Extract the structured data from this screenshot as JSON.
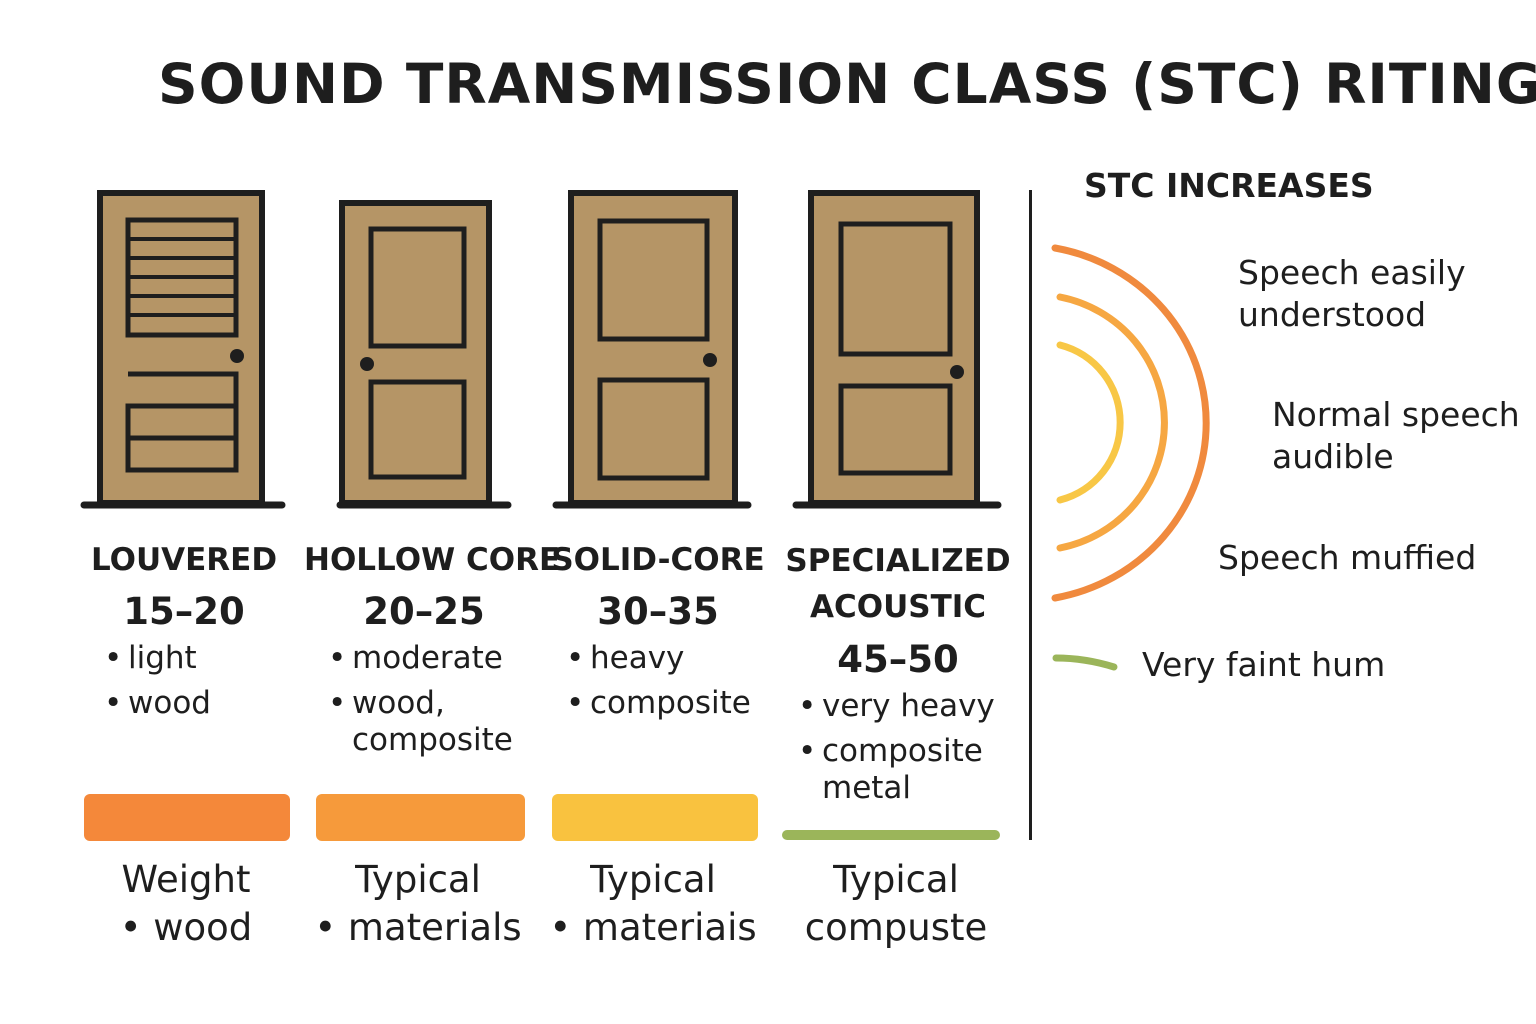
{
  "title": "SOUND TRANSMISSION CLASS (STC) RITING",
  "doors": [
    {
      "name": "LOUVERED",
      "stc": "15–20",
      "bullets": [
        "light",
        "wood"
      ],
      "footer_line1": "Weight",
      "footer_line2": "• wood",
      "bar_color": "#f4883a",
      "style": "louvered"
    },
    {
      "name": "HOLLOW CORE",
      "stc": "20–25",
      "bullets": [
        "moderate",
        "wood,\ncomposite"
      ],
      "footer_line1": "Typical",
      "footer_line2": "• materials",
      "bar_color": "#f69a3b",
      "style": "panel"
    },
    {
      "name": "SOLID-CORE",
      "stc": "30–35",
      "bullets": [
        "heavy",
        "composite"
      ],
      "footer_line1": "Typical",
      "footer_line2": "• materiais",
      "bar_color": "#f9c23f",
      "style": "panel"
    },
    {
      "name": "SPECIALIZED\nACOUSTIC",
      "stc": "45–50",
      "bullets": [
        "very heavy",
        "composite\nmetal"
      ],
      "footer_line1": "Typical",
      "footer_line2": "compuste",
      "bar_color": "#9bb55a",
      "style": "panel"
    }
  ],
  "legend": {
    "heading": "STC INCREASES",
    "levels": [
      {
        "label": "Speech easily\nunderstood",
        "color": "#f08a3e"
      },
      {
        "label": "Normal speech\naudible",
        "color": "#f6a742"
      },
      {
        "label": "Speech muffied",
        "color": "#f8c746"
      },
      {
        "label": "Very faint hum",
        "color": "#9bb55a"
      }
    ]
  },
  "colors": {
    "door_fill": "#b59566",
    "door_stroke": "#1e1e1e"
  },
  "icons": {
    "doors": "door-icon",
    "waves": "sound-wave-icon"
  }
}
